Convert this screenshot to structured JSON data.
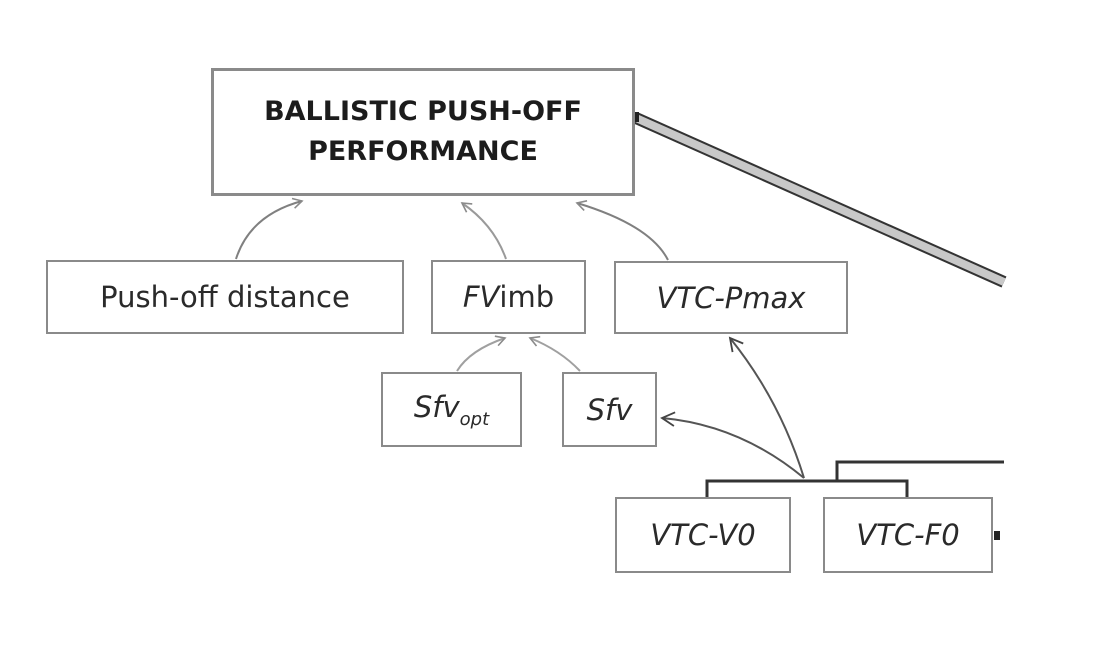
{
  "diagram": {
    "title_node": {
      "line1": "BALLISTIC PUSH-OFF",
      "line2": "PERFORMANCE"
    },
    "nodes": {
      "push_off_distance": "Push-off distance",
      "fvimb": {
        "italic_part": "FV",
        "rest": "imb"
      },
      "vtc_pmax": "VTC-Pmax",
      "sfv_opt": {
        "base": "Sfv",
        "subscript": "opt"
      },
      "sfv": "Sfv",
      "vtc_v0": "VTC-V0",
      "vtc_f0": "VTC-F0"
    },
    "edges": [
      {
        "from": "Push-off distance",
        "to": "BALLISTIC PUSH-OFF PERFORMANCE"
      },
      {
        "from": "FVimb",
        "to": "BALLISTIC PUSH-OFF PERFORMANCE"
      },
      {
        "from": "VTC-Pmax",
        "to": "BALLISTIC PUSH-OFF PERFORMANCE"
      },
      {
        "from": "Sfv_opt",
        "to": "FVimb"
      },
      {
        "from": "Sfv",
        "to": "FVimb"
      },
      {
        "from": "VTC-V0 + VTC-F0",
        "to": "VTC-Pmax"
      },
      {
        "from": "VTC-V0 + VTC-F0",
        "to": "Sfv"
      }
    ],
    "colors": {
      "box_border": "#8a8a8a",
      "text": "#2a2a2a",
      "thick_link_fill": "#c8c8c8",
      "line": "#333333"
    }
  }
}
